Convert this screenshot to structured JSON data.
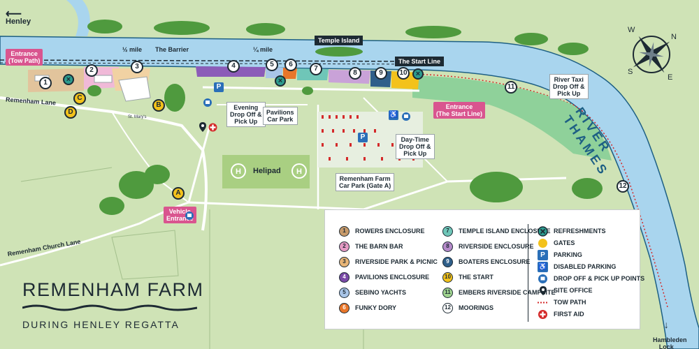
{
  "title": "REMENHAM FARM",
  "subtitle": "DURING HENLEY REGATTA",
  "colors": {
    "grass": "#cfe3b6",
    "river": "#a9d5ee",
    "river_edge": "#1d5f84",
    "road": "#ffffff",
    "trees": "#4f9a3e",
    "pink": "#d9558f",
    "purple": "#7a4aa6",
    "gate_yellow": "#f3c21b",
    "refresh_teal": "#2d9c8f",
    "parking_blue": "#2a6fb8",
    "first_aid_red": "#d42a2a",
    "dark": "#1d2a33"
  },
  "labels": {
    "henley": "Henley",
    "half_mile": "½ mile",
    "barrier": "The Barrier",
    "quarter_mile": "¼ mile",
    "temple_island": "Temple Island",
    "start_line": "The Start Line",
    "entrance_tow_path": "Entrance\n(Tow Path)",
    "entrance_start_line": "Entrance\n(The Start Line)",
    "remenham_lane": "Remenham Lane",
    "remenham_church_lane": "Remenham Church Lane",
    "st_marys": "St. Mary's",
    "evening_drop": "Evening\nDrop Off &\nPick Up",
    "pavilions_car_park": "Pavilions\nCar Park",
    "helipad": "Helipad",
    "daytime_drop": "Day-Time\nDrop Off &\nPick Up",
    "farm_car_park": "Remenham Farm\nCar Park (Gate A)",
    "vehicle_entrance": "Vehicle\nEntrance",
    "river_taxi": "River Taxi\nDrop Off &\nPick Up",
    "river_thames": "RIVER THAMES",
    "hambleden_lock": "Hambleden\nLock",
    "compass": {
      "w": "W",
      "n": "N",
      "s": "S",
      "e": "E"
    }
  },
  "markers": {
    "numbers": [
      "1",
      "2",
      "3",
      "4",
      "5",
      "6",
      "7",
      "8",
      "9",
      "10",
      "11",
      "12"
    ],
    "gates": [
      "A",
      "B",
      "C",
      "D"
    ]
  },
  "legend": {
    "left": [
      {
        "num": "1",
        "label": "ROWERS ENCLOSURE",
        "color": "#c79a6a"
      },
      {
        "num": "2",
        "label": "THE BARN BAR",
        "color": "#e59ac4"
      },
      {
        "num": "3",
        "label": "RIVERSIDE PARK & PICNIC",
        "color": "#e8b577"
      },
      {
        "num": "4",
        "label": "PAVILIONS ENCLOSURE",
        "color": "#7a4aa6"
      },
      {
        "num": "5",
        "label": "SEBINO YACHTS",
        "color": "#a9c5e8"
      },
      {
        "num": "6",
        "label": "FUNKY DORY",
        "color": "#e8762a"
      },
      {
        "num": "7",
        "label": "TEMPLE ISLAND ENCLOSURE",
        "color": "#6fc6b8"
      },
      {
        "num": "8",
        "label": "RIVERSIDE ENCLOSURE",
        "color": "#b58ac9"
      },
      {
        "num": "9",
        "label": "BOATERS ENCLOSURE",
        "color": "#2f5f8a"
      },
      {
        "num": "10",
        "label": "THE START",
        "color": "#f3c21b"
      },
      {
        "num": "11",
        "label": "EMBERS RIVERSIDE CAMPSITE",
        "color": "#9fd38f"
      },
      {
        "num": "12",
        "label": "MOORINGS",
        "color": "#ffffff"
      }
    ],
    "right": [
      {
        "icon": "refreshments",
        "label": "REFRESHMENTS"
      },
      {
        "icon": "gates",
        "label": "GATES"
      },
      {
        "icon": "parking",
        "label": "PARKING",
        "glyph": "P"
      },
      {
        "icon": "disabled-parking",
        "label": "DISABLED PARKING",
        "glyph": "♿"
      },
      {
        "icon": "drop-off",
        "label": "DROP OFF & PICK UP POINTS"
      },
      {
        "icon": "site-office",
        "label": "SITE OFFICE"
      },
      {
        "icon": "tow-path",
        "label": "TOW PATH"
      },
      {
        "icon": "first-aid",
        "label": "FIRST AID"
      }
    ]
  }
}
